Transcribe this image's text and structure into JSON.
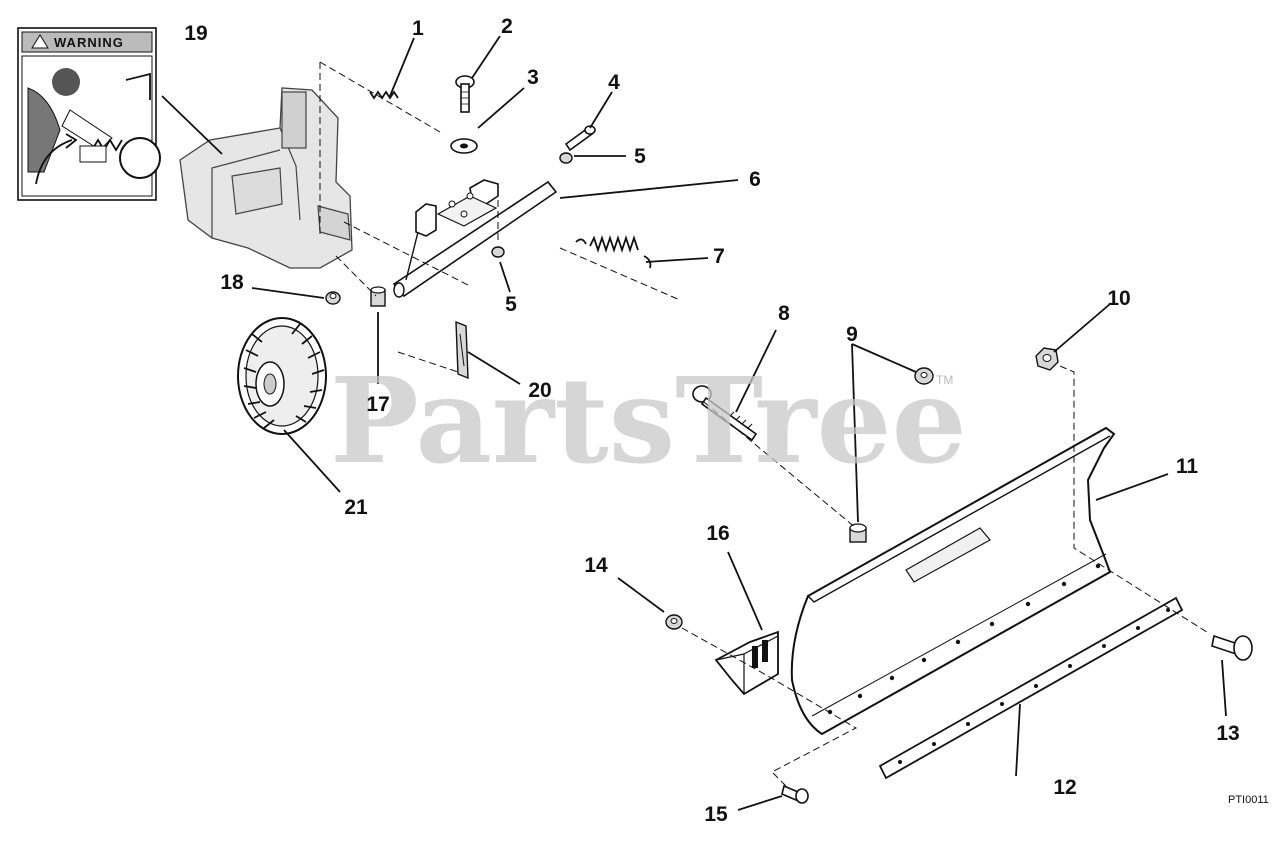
{
  "watermark": {
    "text": "PartsTree",
    "trademark": "TM"
  },
  "warning_decal": {
    "text": "WARNING"
  },
  "drawing_code": "PTI0011",
  "callouts": [
    "1",
    "2",
    "3",
    "4",
    "5",
    "5",
    "6",
    "7",
    "8",
    "9",
    "10",
    "11",
    "12",
    "13",
    "14",
    "15",
    "16",
    "17",
    "18",
    "19",
    "20",
    "21"
  ],
  "colors": {
    "line": "#111111",
    "watermark": "#c8c8c8",
    "background": "#ffffff"
  }
}
